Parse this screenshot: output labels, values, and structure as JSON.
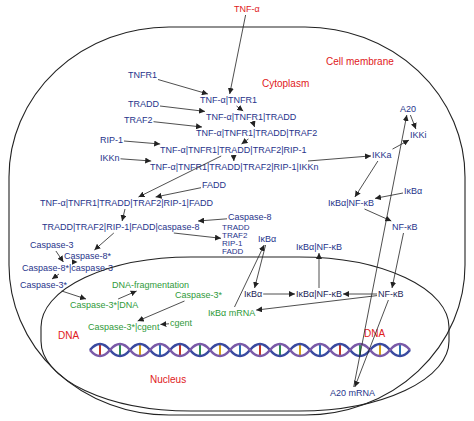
{
  "diagram": {
    "nodes": [
      {
        "text": [
          "TNF-α"
        ]
      },
      {
        "text": [
          "Cell membrane"
        ]
      },
      {
        "text": [
          "TNFR1"
        ],
        "in": 1
      },
      {
        "text": [
          "TNF-α|TNFR1"
        ],
        "in": 1
      },
      {
        "text": [
          "TRADD"
        ],
        "in": 1
      },
      {
        "text": [
          "TNF-α|TNFR1|TRADD"
        ],
        "in": 1
      },
      {
        "text": [
          "TRAF2"
        ],
        "in": 1
      },
      {
        "text": [
          "TNF-α|TNFR1|TRADD|TRAF2"
        ],
        "in": 1
      },
      {
        "text": [
          "A20"
        ],
        "in": 1
      },
      {
        "text": [
          "RIP-1"
        ],
        "in": 1
      },
      {
        "text": [
          "TNF-α|TNFR1|TRADD|TRAF2|RIP-1"
        ],
        "in": 1
      },
      {
        "text": [
          "IKKi"
        ],
        "in": 1
      },
      {
        "text": [
          "IKKn"
        ],
        "in": 1
      },
      {
        "text": [
          "TNF-α|TNFR1|TRADD|TRAF2|RIP-1|IKKn"
        ],
        "in": 1
      },
      {
        "text": [
          "IKKa"
        ],
        "in": 1
      },
      {
        "text": [
          "FADD"
        ],
        "in": 1
      },
      {
        "text": [
          "IκBα"
        ],
        "in": 1
      },
      {
        "text": [
          "TNF-α|TNFR1|TRADD|TRAF2|RIP-1|FADD"
        ],
        "in": 1
      },
      {
        "text": [
          "IκBα|NF-κB"
        ],
        "in": 1
      },
      {
        "text": [
          "Caspase-8"
        ],
        "in": 1
      },
      {
        "text": [
          "TRADD|TRAF2|RIP-1|FADD|caspase-8"
        ],
        "in": 1
      },
      {
        "text": [
          "NF-κB"
        ],
        "in": 1
      },
      {
        "text": [
          "TRADD",
          "TRAF2",
          "RIP-1",
          "FADD"
        ],
        "in": 1
      },
      {
        "text": [
          "IκBα"
        ],
        "in": 1
      },
      {
        "text": [
          "Caspase-3"
        ],
        "in": 1
      },
      {
        "text": [
          "IκBα|NF-κB"
        ],
        "in": 1
      },
      {
        "text": [
          "Caspase-8*"
        ],
        "in": 1
      },
      {
        "text": [
          "Caspase-8*|caspase-3"
        ],
        "in": 1
      },
      {
        "text": [
          "Caspase-3*"
        ],
        "in": 1
      },
      {
        "text": [
          "Nucleus"
        ],
        "in": 1
      },
      {
        "text": [
          "DNA-fragmentation"
        ],
        "in": 29
      },
      {
        "text": [
          "Caspase-3*|DNA"
        ],
        "in": 29
      },
      {
        "text": [
          "Caspase-3*"
        ],
        "in": 29
      },
      {
        "text": [
          "IκBα"
        ],
        "in": 29
      },
      {
        "text": [
          "IκBα|NF-κB"
        ],
        "in": 29
      },
      {
        "text": [
          "NF-κB"
        ],
        "in": 29
      },
      {
        "text": [
          "IκBα mRNA"
        ],
        "in": 29
      },
      {
        "text": [
          "cgent"
        ],
        "in": 29
      },
      {
        "text": [
          "Caspase-3*|cgent"
        ],
        "in": 29
      },
      {
        "text": [
          "A20 mRNA"
        ],
        "in": 29
      }
    ],
    "edges": [
      {
        "from": 0,
        "to": 3,
        "arrow": "to"
      },
      {
        "from": 2,
        "to": 3,
        "arrow": "to"
      },
      {
        "from": 3,
        "to": 5,
        "arrow": "to"
      },
      {
        "from": 4,
        "to": 5,
        "arrow": "to"
      },
      {
        "from": 5,
        "to": 7,
        "arrow": "to"
      },
      {
        "from": 6,
        "to": 7,
        "arrow": "to"
      },
      {
        "from": 7,
        "to": 10,
        "arrow": "to"
      },
      {
        "from": 9,
        "to": 10,
        "arrow": "to"
      },
      {
        "from": 10,
        "to": 13,
        "arrow": "to"
      },
      {
        "from": 12,
        "to": 13,
        "arrow": "to"
      },
      {
        "from": 13,
        "to": 14,
        "arrow": "to"
      },
      {
        "from": 10,
        "to": 17,
        "arrow": "to"
      },
      {
        "from": 15,
        "to": 17,
        "arrow": "to"
      },
      {
        "from": 17,
        "to": 20,
        "arrow": "to"
      },
      {
        "from": 19,
        "to": 20,
        "arrow": "to"
      },
      {
        "from": 20,
        "to": 22,
        "arrow": "to"
      },
      {
        "from": 20,
        "to": 26,
        "arrow": "to"
      },
      {
        "from": 26,
        "to": 27,
        "arrow": "to"
      },
      {
        "from": 24,
        "to": 27,
        "arrow": "to"
      },
      {
        "from": 27,
        "to": 28,
        "arrow": "to"
      },
      {
        "from": 28,
        "to": 31,
        "arrow": "to"
      },
      {
        "from": 31,
        "to": 30,
        "arrow": "to"
      },
      {
        "from": 32,
        "to": 38,
        "arrow": "to"
      },
      {
        "from": 37,
        "to": 38,
        "arrow": "to"
      },
      {
        "from": 14,
        "to": 18,
        "arrow": "to"
      },
      {
        "from": 16,
        "to": 18,
        "arrow": "to"
      },
      {
        "from": 18,
        "to": 21,
        "arrow": "to"
      },
      {
        "from": 21,
        "to": 35,
        "arrow": "to"
      },
      {
        "from": 35,
        "to": 39,
        "arrow": "to"
      },
      {
        "from": 35,
        "to": 36,
        "arrow": "to"
      },
      {
        "from": 36,
        "to": 23,
        "arrow": "to"
      },
      {
        "from": 23,
        "to": 33,
        "arrow": "to"
      },
      {
        "from": 33,
        "to": 34,
        "arrow": "to"
      },
      {
        "from": 35,
        "to": 34,
        "arrow": "to"
      },
      {
        "from": 34,
        "to": 25,
        "arrow": "to"
      },
      {
        "from": 39,
        "to": 8,
        "arrow": "to"
      },
      {
        "from": 8,
        "to": 11,
        "arrow": "to"
      },
      {
        "from": 14,
        "to": 11,
        "arrow": "to"
      }
    ],
    "labels": [
      "Cytoplasm",
      "DNA",
      "DNA"
    ]
  }
}
